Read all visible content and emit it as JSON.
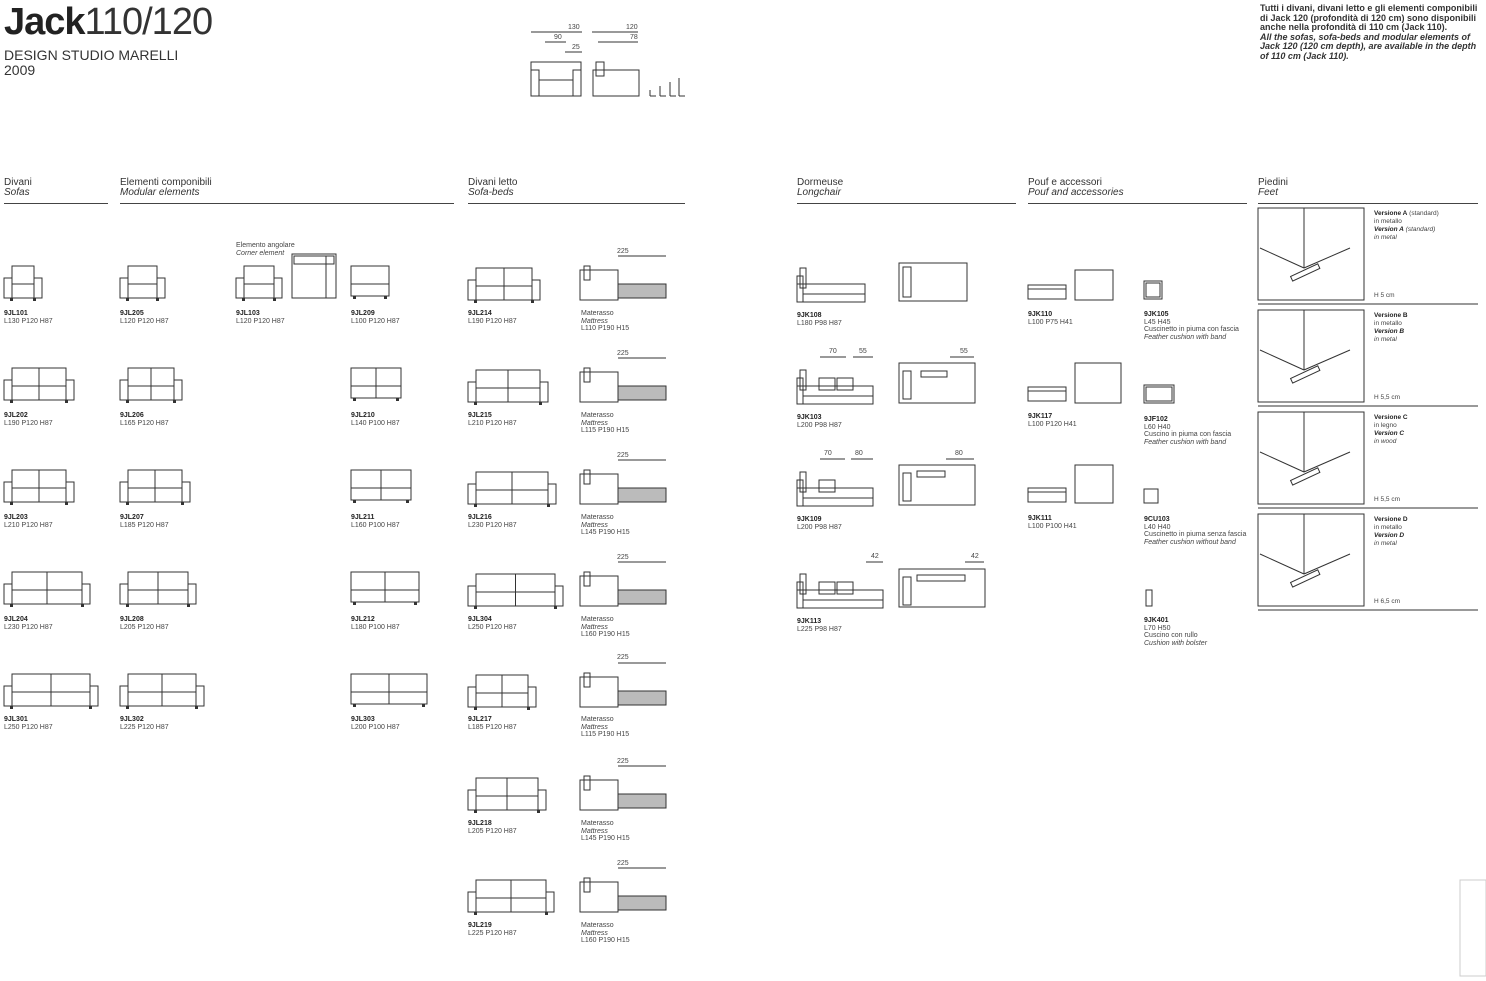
{
  "header": {
    "brand_bold": "Jack",
    "brand_light": "110/120",
    "studio": "DESIGN STUDIO MARELLI",
    "year": "2009",
    "dims": [
      "130",
      "90",
      "25",
      "120",
      "78"
    ],
    "note_it": "Tutti i divani, divani letto e gli elementi componibili di Jack 120 (profondità di 120 cm) sono disponibili anche nella profondità di 110 cm (Jack 110).",
    "note_en": "All the sofas, sofa-beds and modular elements of Jack 120 (120 cm depth), are available in the depth of 110 cm (Jack 110)."
  },
  "sections": [
    {
      "it": "Divani",
      "en": "Sofas"
    },
    {
      "it": "Elementi componibili",
      "en": "Modular elements"
    },
    {
      "it": "Divani letto",
      "en": "Sofa-beds"
    },
    {
      "it": "Dormeuse",
      "en": "Longchair"
    },
    {
      "it": "Pouf e accessori",
      "en": "Pouf and accessories"
    },
    {
      "it": "Piedini",
      "en": "Feet"
    }
  ],
  "sofas": [
    {
      "code": "9JL101",
      "dims": "L130 P120 H87"
    },
    {
      "code": "9JL202",
      "dims": "L190 P120 H87"
    },
    {
      "code": "9JL203",
      "dims": "L210 P120 H87"
    },
    {
      "code": "9JL204",
      "dims": "L230 P120 H87"
    },
    {
      "code": "9JL301",
      "dims": "L250 P120 H87"
    }
  ],
  "sofas2": [
    {
      "code": "9JL205",
      "dims": "L120 P120 H87"
    },
    {
      "code": "9JL206",
      "dims": "L165 P120 H87"
    },
    {
      "code": "9JL207",
      "dims": "L185 P120 H87"
    },
    {
      "code": "9JL208",
      "dims": "L205 P120 H87"
    },
    {
      "code": "9JL302",
      "dims": "L225 P120 H87"
    }
  ],
  "corner": {
    "label_it": "Elemento angolare",
    "label_en": "Corner element",
    "code": "9JL103",
    "dims": "L120 P120 H87"
  },
  "modular": [
    {
      "code": "9JL209",
      "dims": "L100 P120 H87"
    },
    {
      "code": "9JL210",
      "dims": "L140 P100 H87"
    },
    {
      "code": "9JL211",
      "dims": "L160 P100 H87"
    },
    {
      "code": "9JL212",
      "dims": "L180 P100 H87"
    },
    {
      "code": "9JL303",
      "dims": "L200 P100 H87"
    }
  ],
  "sofabeds": [
    {
      "code": "9JL214",
      "dims": "L190 P120 H87",
      "m_it": "Materasso",
      "m_en": "Mattress",
      "m_dims": "L110 P190 H15",
      "dim": "225"
    },
    {
      "code": "9JL215",
      "dims": "L210 P120 H87",
      "m_it": "Materasso",
      "m_en": "Mattress",
      "m_dims": "L115 P190 H15",
      "dim": "225"
    },
    {
      "code": "9JL216",
      "dims": "L230 P120 H87",
      "m_it": "Materasso",
      "m_en": "Mattress",
      "m_dims": "L145 P190 H15",
      "dim": "225"
    },
    {
      "code": "9JL304",
      "dims": "L250 P120 H87",
      "m_it": "Materasso",
      "m_en": "Mattress",
      "m_dims": "L160 P190 H15",
      "dim": "225"
    },
    {
      "code": "9JL217",
      "dims": "L185 P120 H87",
      "m_it": "Materasso",
      "m_en": "Mattress",
      "m_dims": "L115 P190 H15",
      "dim": "225"
    },
    {
      "code": "9JL218",
      "dims": "L205 P120 H87",
      "m_it": "Materasso",
      "m_en": "Mattress",
      "m_dims": "L145 P190 H15",
      "dim": "225"
    },
    {
      "code": "9JL219",
      "dims": "L225 P120 H87",
      "m_it": "Materasso",
      "m_en": "Mattress",
      "m_dims": "L160 P190 H15",
      "dim": "225"
    }
  ],
  "longchairs": [
    {
      "code": "9JK108",
      "dims": "L180 P98 H87",
      "d1": "",
      "d2": "",
      "d3": ""
    },
    {
      "code": "9JK103",
      "dims": "L200 P98 H87",
      "d1": "70",
      "d2": "55",
      "d3": "55"
    },
    {
      "code": "9JK109",
      "dims": "L200 P98 H87",
      "d1": "70",
      "d2": "80",
      "d3": "80"
    },
    {
      "code": "9JK113",
      "dims": "L225 P98 H87",
      "d1": "42",
      "d2": "",
      "d3": "42"
    }
  ],
  "poufs": [
    {
      "code": "9JK110",
      "dims": "L100 P75 H41"
    },
    {
      "code": "9JK117",
      "dims": "L100 P120 H41"
    },
    {
      "code": "9JK111",
      "dims": "L100 P100 H41"
    }
  ],
  "accessories": [
    {
      "code": "9JK105",
      "dims": "L45 H45",
      "it": "Cuscinetto in piuma con fascia",
      "en": "Feather cushion with band"
    },
    {
      "code": "9JF102",
      "dims": "L60 H40",
      "it": "Cuscino in piuma con fascia",
      "en": "Feather cushion with band"
    },
    {
      "code": "9CU103",
      "dims": "L40 H40",
      "it": "Cuscinetto in piuma senza fascia",
      "en": "Feather cushion without band"
    },
    {
      "code": "9JK401",
      "dims": "L70 H50",
      "it": "Cuscino con rullo",
      "en": "Cushion with bolster"
    }
  ],
  "feet": [
    {
      "name_it": "Versione A",
      "note_it": "(standard)",
      "mat_it": "in metallo",
      "name_en": "Version A",
      "note_en": "(standard)",
      "mat_en": "in metal",
      "h": "H 5 cm"
    },
    {
      "name_it": "Versione B",
      "note_it": "",
      "mat_it": "in metallo",
      "name_en": "Version B",
      "note_en": "",
      "mat_en": "in metal",
      "h": "H 5,5 cm"
    },
    {
      "name_it": "Versione C",
      "note_it": "",
      "mat_it": "in legno",
      "name_en": "Version C",
      "note_en": "",
      "mat_en": "in wood",
      "h": "H 5,5 cm"
    },
    {
      "name_it": "Versione D",
      "note_it": "",
      "mat_it": "in metallo",
      "name_en": "Version D",
      "note_en": "",
      "mat_en": "in metal",
      "h": "H 6,5 cm"
    }
  ]
}
